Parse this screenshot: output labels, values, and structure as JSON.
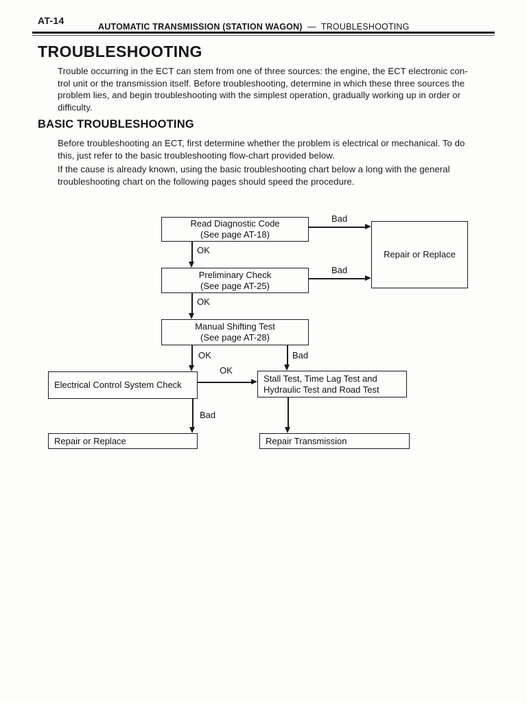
{
  "header": {
    "page_code": "AT-14",
    "chapter": "AUTOMATIC TRANSMISSION (STATION WAGON)",
    "dash": "—",
    "section": "TROUBLESHOOTING"
  },
  "troubleshooting": {
    "title": "TROUBLESHOOTING",
    "intro": "Trouble occurring in the ECT can stem from one of three sources: the engine, the ECT electronic con-\ntrol unit or the transmission itself. Before troubleshooting, determine in which these three sources the\nproblem lies, and begin troubleshooting with the simplest operation, gradually working up in order or\ndifficulty."
  },
  "basic_troubleshooting": {
    "heading": "BASIC TROUBLESHOOTING",
    "para1": "Before troubleshooting an ECT, first determine whether the problem is electrical or mechanical. To do\nthis, just refer to the basic troubleshooting flow-chart provided below.",
    "para2": "If the cause is already known, using the basic troubleshooting chart below a long with the general\ntroubleshooting chart on the following pages should speed the procedure."
  },
  "flowchart": {
    "nodes": {
      "read_diagnostic": {
        "title": "Read Diagnostic Code",
        "ref": "(See page AT-18)"
      },
      "preliminary_check": {
        "title": "Preliminary Check",
        "ref": "(See page AT-25)"
      },
      "manual_shifting": {
        "title": "Manual Shifting Test",
        "ref": "(See page AT-28)"
      },
      "repair_or_replace_side": {
        "title": "Repair or Replace"
      },
      "electrical_check": {
        "title": "Electrical Control System Check"
      },
      "stall_tests": {
        "line1": "Stall Test, Time Lag Test and",
        "line2": "Hydraulic Test and Road Test"
      },
      "repair_or_replace_end": {
        "title": "Repair or Replace"
      },
      "repair_transmission": {
        "title": "Repair Transmission"
      }
    },
    "labels": {
      "ok": "OK",
      "bad": "Bad"
    }
  }
}
